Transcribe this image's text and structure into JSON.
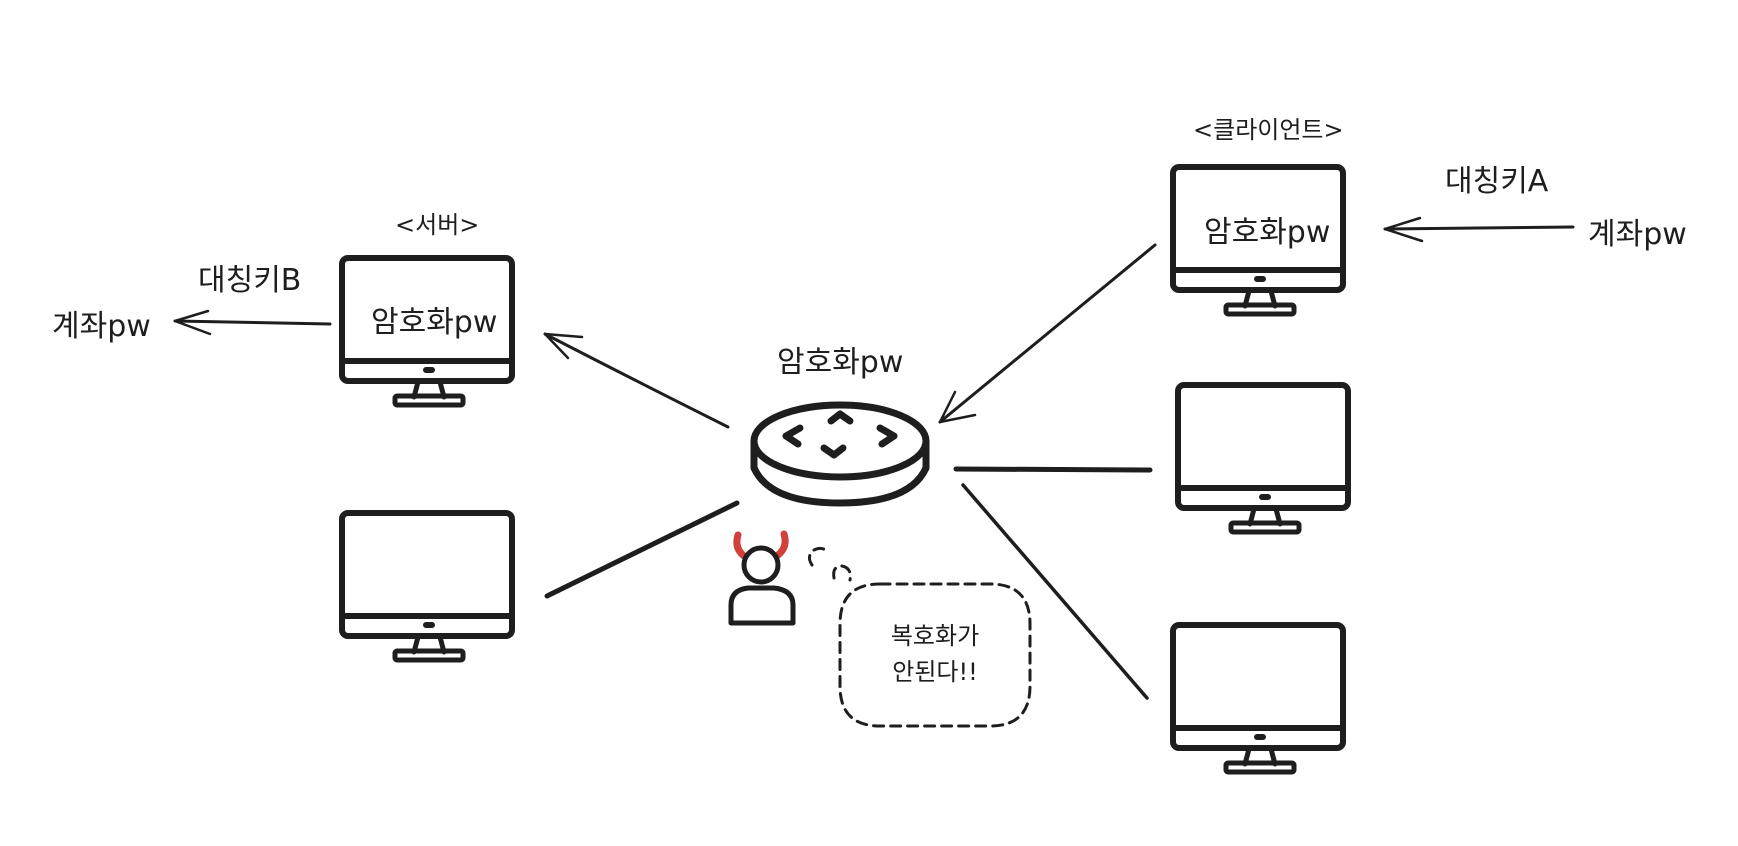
{
  "labels": {
    "server_title": "<서버>",
    "client_title": "<클라이언트>",
    "sym_key_b": "대칭키B",
    "sym_key_a": "대칭키A",
    "account_pw_left": "계좌pw",
    "account_pw_right": "계좌pw",
    "encrypted_server": "암호화pw",
    "encrypted_client": "암호화pw",
    "encrypted_network": "암호화pw",
    "bubble_line1": "복호화가",
    "bubble_line2": "안된다!!"
  },
  "icons": {
    "monitor": "monitor-icon",
    "router": "router-icon",
    "attacker": "hacker-person-icon",
    "thought": "thought-bubble-icon"
  },
  "colors": {
    "stroke": "#1e1e1e",
    "horns": "#d0413a",
    "background": "#ffffff"
  }
}
